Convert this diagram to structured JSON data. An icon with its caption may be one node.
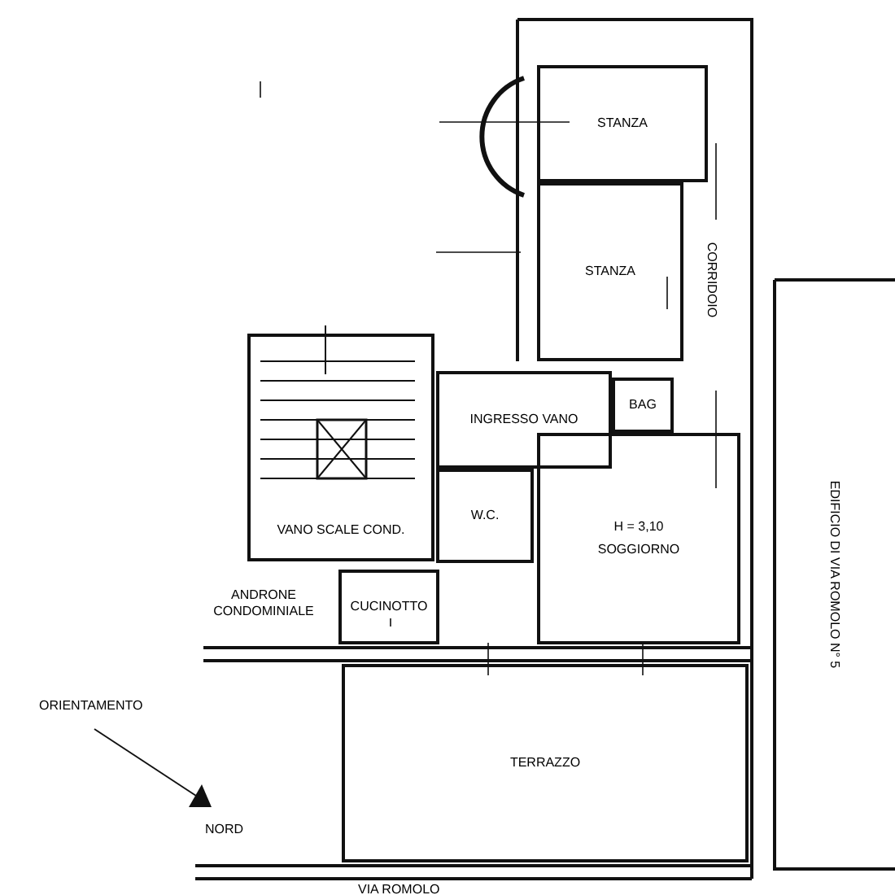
{
  "diagram": {
    "nodes": [
      {
        "text": [
          "STANZA"
        ]
      },
      {
        "text": [
          "STANZA"
        ]
      },
      {
        "text": [
          "CORRIDOIO"
        ]
      },
      {
        "text": [
          "INGRESSO VANO"
        ]
      },
      {
        "text": [
          "BAG"
        ]
      },
      {
        "text": [
          "W.C."
        ]
      },
      {
        "text": [
          "H = 3,10",
          "SOGGIORNO"
        ]
      },
      {
        "text": [
          "VANO SCALE COND."
        ]
      },
      {
        "text": [
          "ANDRONE CONDOMINIALE"
        ]
      },
      {
        "text": [
          "CUCINOTTO"
        ]
      },
      {
        "text": [
          "TERRAZZO"
        ]
      },
      {
        "text": [
          "EDIFICIO DI VIA ROMOLO N° 5"
        ]
      }
    ],
    "labels": [
      "ORIENTAMENTO",
      "NORD",
      "VIA ROMOLO"
    ]
  }
}
